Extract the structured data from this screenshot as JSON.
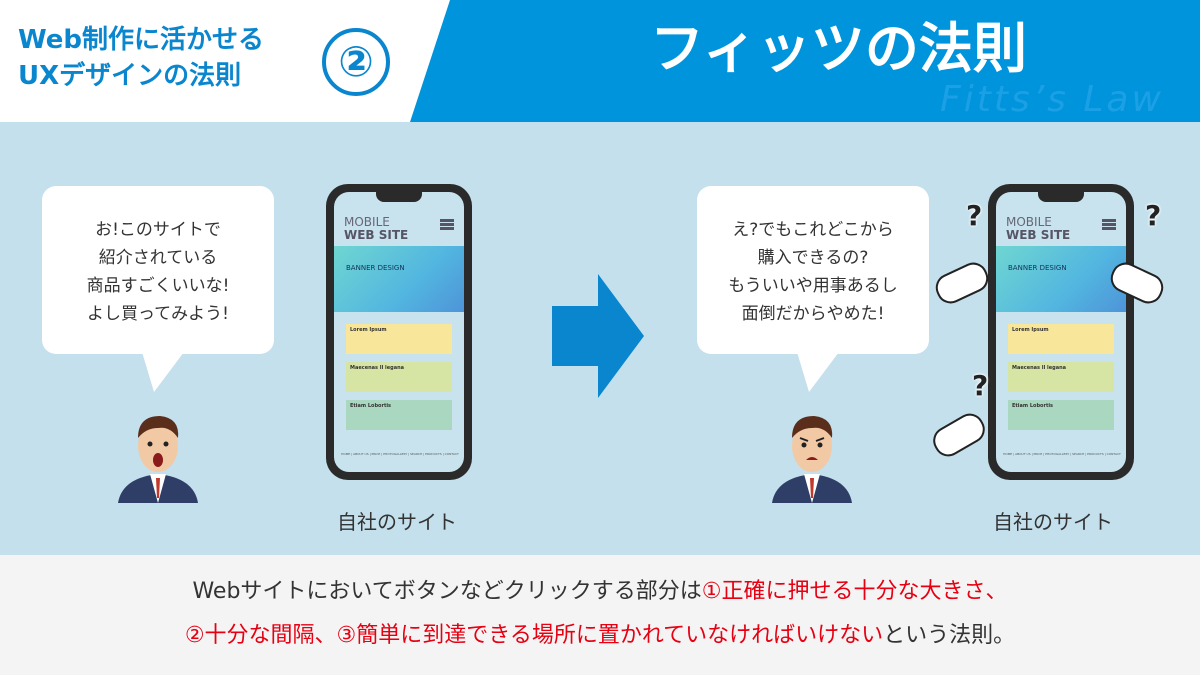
{
  "header": {
    "series_title_line1": "Web制作に活かせる",
    "series_title_line2": "UXデザインの法則",
    "number": "②",
    "title": "フィッツの法則",
    "subtitle": "Fitts’s Law",
    "accent": "#0094dc"
  },
  "left": {
    "bubble_lines": [
      "お!このサイトで",
      "紹介されている",
      "商品すごくいいな!",
      "よし買ってみよう!"
    ],
    "caption": "自社のサイト"
  },
  "right": {
    "bubble_lines": [
      "え?でもこれどこから",
      "購入できるの?",
      "もういいや用事あるし",
      "面倒だからやめた!"
    ],
    "caption": "自社のサイト",
    "question_mark": "?"
  },
  "phone": {
    "mobile": "MOBILE",
    "web_site": "WEB SITE",
    "banner": "BANNER DESIGN",
    "cards": [
      "Lorem Ipsum",
      "Maecenas Il legana",
      "Etiam Lobortis"
    ],
    "footer": "HOME | ABOUT US | PRICE | PHOTOGALLERY | SEARCH | PRODUCTS | CONTACT"
  },
  "footer": {
    "line1_normal": "Webサイトにおいてボタンなどクリックする部分は",
    "line1_red": "①正確に押せる十分な大きさ、",
    "line2_red": "②十分な間隔、③簡単に到達できる場所に置かれていなければいけない",
    "line2_normal": "という法則。",
    "red": "#e60012"
  }
}
